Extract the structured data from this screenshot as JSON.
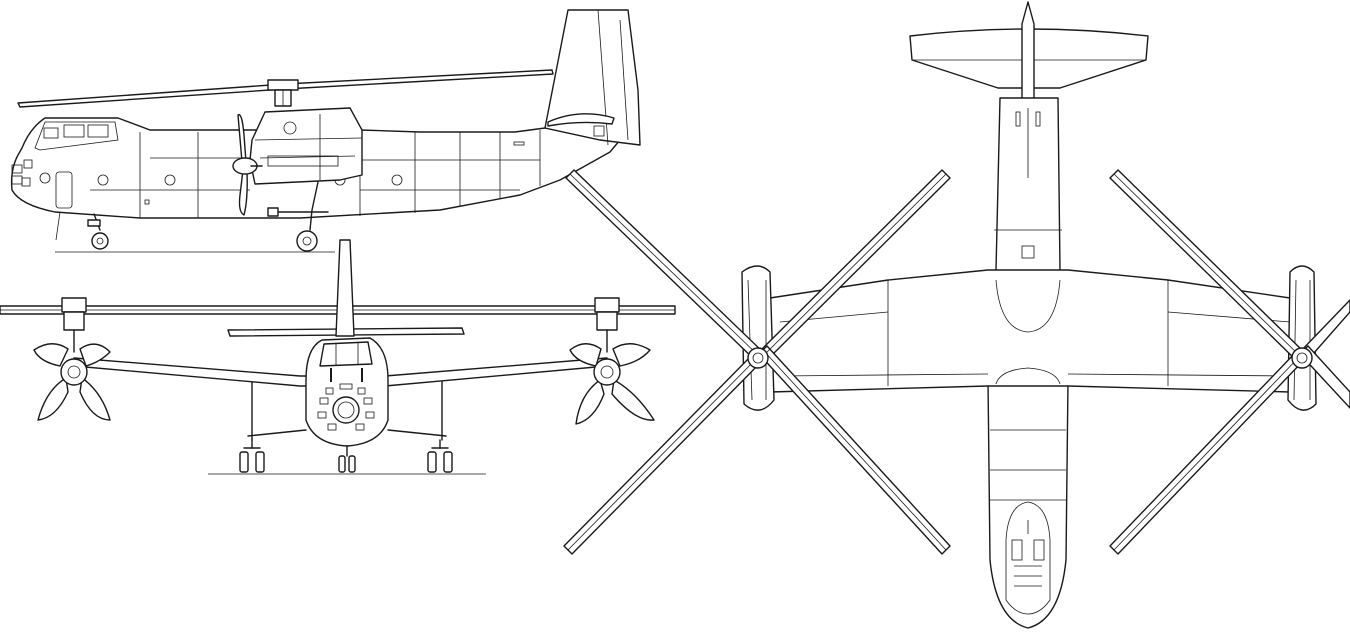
{
  "drawing": {
    "views": [
      "side-view",
      "front-view",
      "top-view"
    ],
    "line_color": "#1a1a1a",
    "background": "#ffffff"
  }
}
